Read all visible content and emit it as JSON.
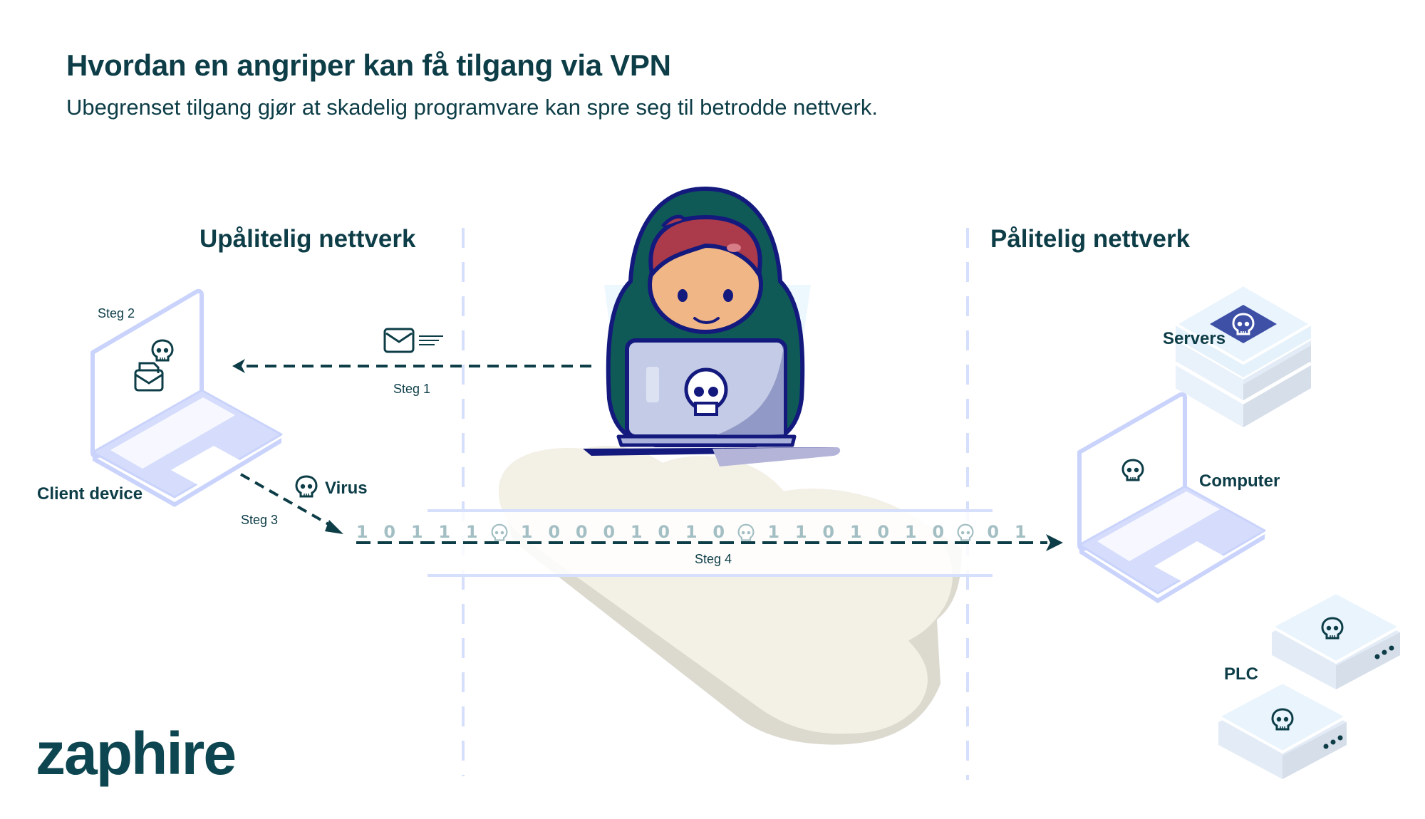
{
  "header": {
    "title": "Hvordan en angriper kan få tilgang via VPN",
    "subtitle": "Ubegrenset tilgang gjør at skadelig programvare kan spre seg til betrodde nettverk."
  },
  "sections": {
    "untrusted": "Upålitelig nettverk",
    "trusted": "Pålitelig nettverk"
  },
  "labels": {
    "client_device": "Client device",
    "virus": "Virus",
    "servers": "Servers",
    "computer": "Computer",
    "plc": "PLC"
  },
  "steps": {
    "step1": "Steg 1",
    "step2": "Steg 2",
    "step3": "Steg 3",
    "step4": "Steg 4"
  },
  "data_stream": [
    "1",
    "0",
    "1",
    "1",
    "1",
    "skull",
    "1",
    "0",
    "0",
    "0",
    "1",
    "0",
    "1",
    "0",
    "skull",
    "1",
    "1",
    "0",
    "1",
    "0",
    "1",
    "0",
    "skull",
    "0",
    "1"
  ],
  "brand": {
    "logo": "zaphire"
  },
  "colors": {
    "primary_text": "#0d3d47",
    "bit_color": "#a3bfc3",
    "divider": "#d6dffb",
    "cloud_top": "#f3f0e6",
    "cloud_side": "#dcd9cf",
    "device_outline": "#c9d3fb",
    "server_face": "#e6f2fb",
    "skull_badge": "#3e4fa6",
    "hoodie": "#0f5a57",
    "hair": "#ab3b4b"
  }
}
